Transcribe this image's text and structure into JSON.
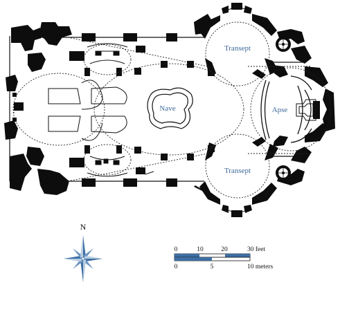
{
  "plan": {
    "labels": {
      "nave": "Nave",
      "transept_north": "Transept",
      "transept_south": "Transept",
      "apse": "Apse"
    }
  },
  "compass": {
    "north_label": "N"
  },
  "scale": {
    "feet": {
      "t0": "0",
      "t10": "10",
      "t20": "20",
      "t30": "30 feet"
    },
    "meters": {
      "t0": "0",
      "t5": "5",
      "t10": "10 meters"
    }
  },
  "colors": {
    "wall": "#0d0d0d",
    "label": "#3f6a9a",
    "compass_blue": "#3d6ea3",
    "scale_blue": "#3d6ea3"
  }
}
